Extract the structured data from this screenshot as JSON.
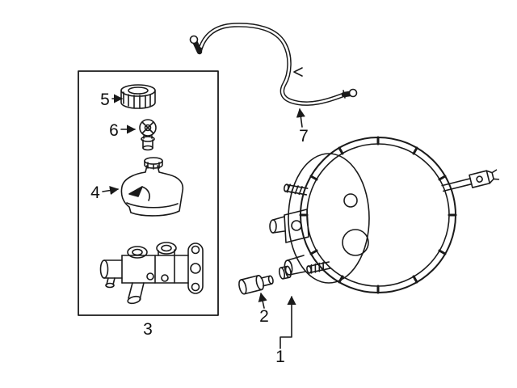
{
  "figure": {
    "background": "#ffffff",
    "line_color": "#1a1a1a"
  },
  "callouts": {
    "c1": "1",
    "c2": "2",
    "c3": "3",
    "c4": "4",
    "c5": "5",
    "c6": "6",
    "c7": "7"
  }
}
